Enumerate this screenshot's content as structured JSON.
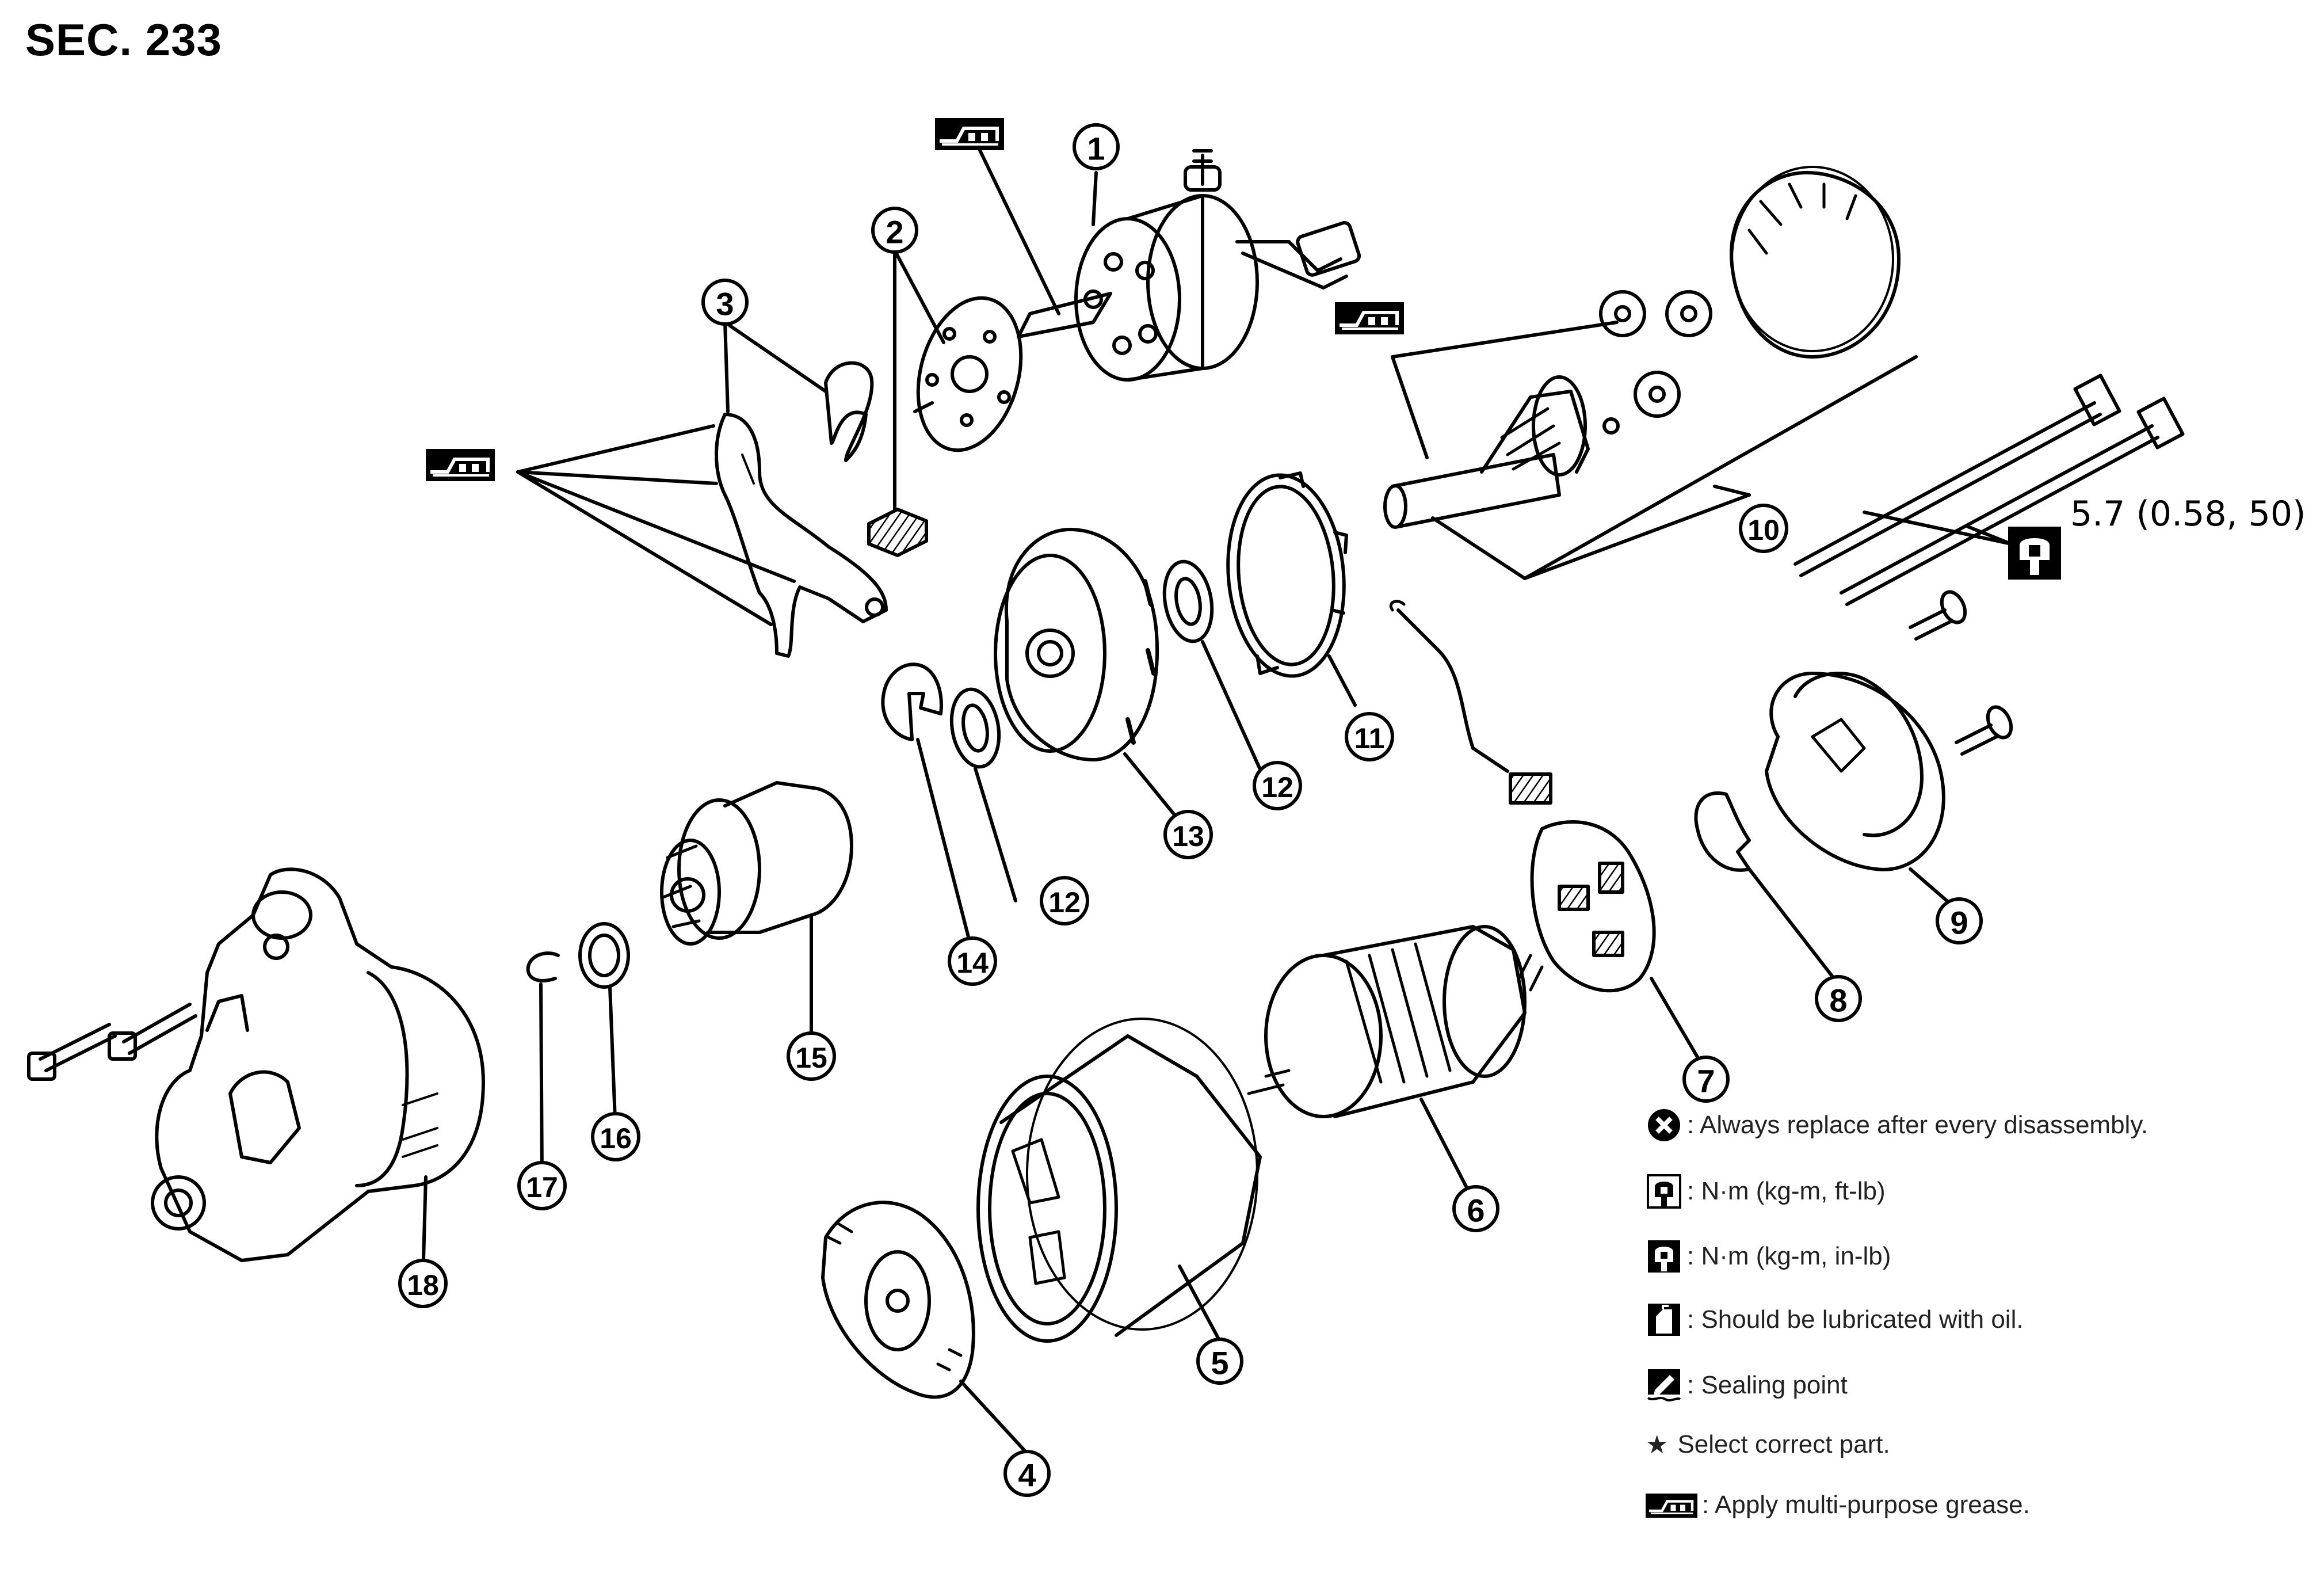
{
  "section": "SEC. 233",
  "torque_spec": "5.7 (0.58, 50)",
  "parts": [
    {
      "number": "1"
    },
    {
      "number": "2"
    },
    {
      "number": "3"
    },
    {
      "number": "4"
    },
    {
      "number": "5"
    },
    {
      "number": "6"
    },
    {
      "number": "7"
    },
    {
      "number": "8"
    },
    {
      "number": "9"
    },
    {
      "number": "10"
    },
    {
      "number": "11"
    },
    {
      "number": "12"
    },
    {
      "number": "12"
    },
    {
      "number": "13"
    },
    {
      "number": "14"
    },
    {
      "number": "15"
    },
    {
      "number": "16"
    },
    {
      "number": "17"
    },
    {
      "number": "18"
    }
  ],
  "legend": [
    {
      "icon": "always-replace-icon",
      "text": ": Always replace after every disassembly."
    },
    {
      "icon": "torque-ft-lb-icon",
      "text": ": N·m (kg-m, ft-lb)"
    },
    {
      "icon": "torque-in-lb-icon",
      "text": ": N·m (kg-m, in-lb)"
    },
    {
      "icon": "oil-can-icon",
      "text": ": Should be lubricated with oil."
    },
    {
      "icon": "sealing-point-icon",
      "text": ": Sealing point"
    },
    {
      "icon": "star-icon",
      "text": "Select correct part."
    },
    {
      "icon": "grease-icon",
      "text": ": Apply multi-purpose grease."
    }
  ]
}
